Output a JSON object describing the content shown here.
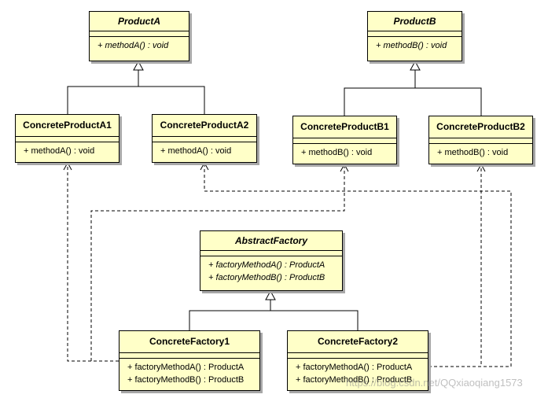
{
  "product_a": {
    "name": "ProductA",
    "ops": [
      "+ methodA() : void"
    ]
  },
  "product_b": {
    "name": "ProductB",
    "ops": [
      "+ methodB() : void"
    ]
  },
  "concrete_a1": {
    "name": "ConcreteProductA1",
    "ops": [
      "+ methodA() : void"
    ]
  },
  "concrete_a2": {
    "name": "ConcreteProductA2",
    "ops": [
      "+ methodA() : void"
    ]
  },
  "concrete_b1": {
    "name": "ConcreteProductB1",
    "ops": [
      "+ methodB() : void"
    ]
  },
  "concrete_b2": {
    "name": "ConcreteProductB2",
    "ops": [
      "+ methodB() : void"
    ]
  },
  "abstract_factory": {
    "name": "AbstractFactory",
    "ops": [
      "+ factoryMethodA() : ProductA",
      "+ factoryMethodB() : ProductB"
    ]
  },
  "factory1": {
    "name": "ConcreteFactory1",
    "ops": [
      "+ factoryMethodA() : ProductA",
      "+ factoryMethodB() : ProductB"
    ]
  },
  "factory2": {
    "name": "ConcreteFactory2",
    "ops": [
      "+ factoryMethodA() : ProductA",
      "+ factoryMethodB() : ProductB"
    ]
  },
  "watermark": "https://blog.csdn.net/QQxiaoqiang1573"
}
